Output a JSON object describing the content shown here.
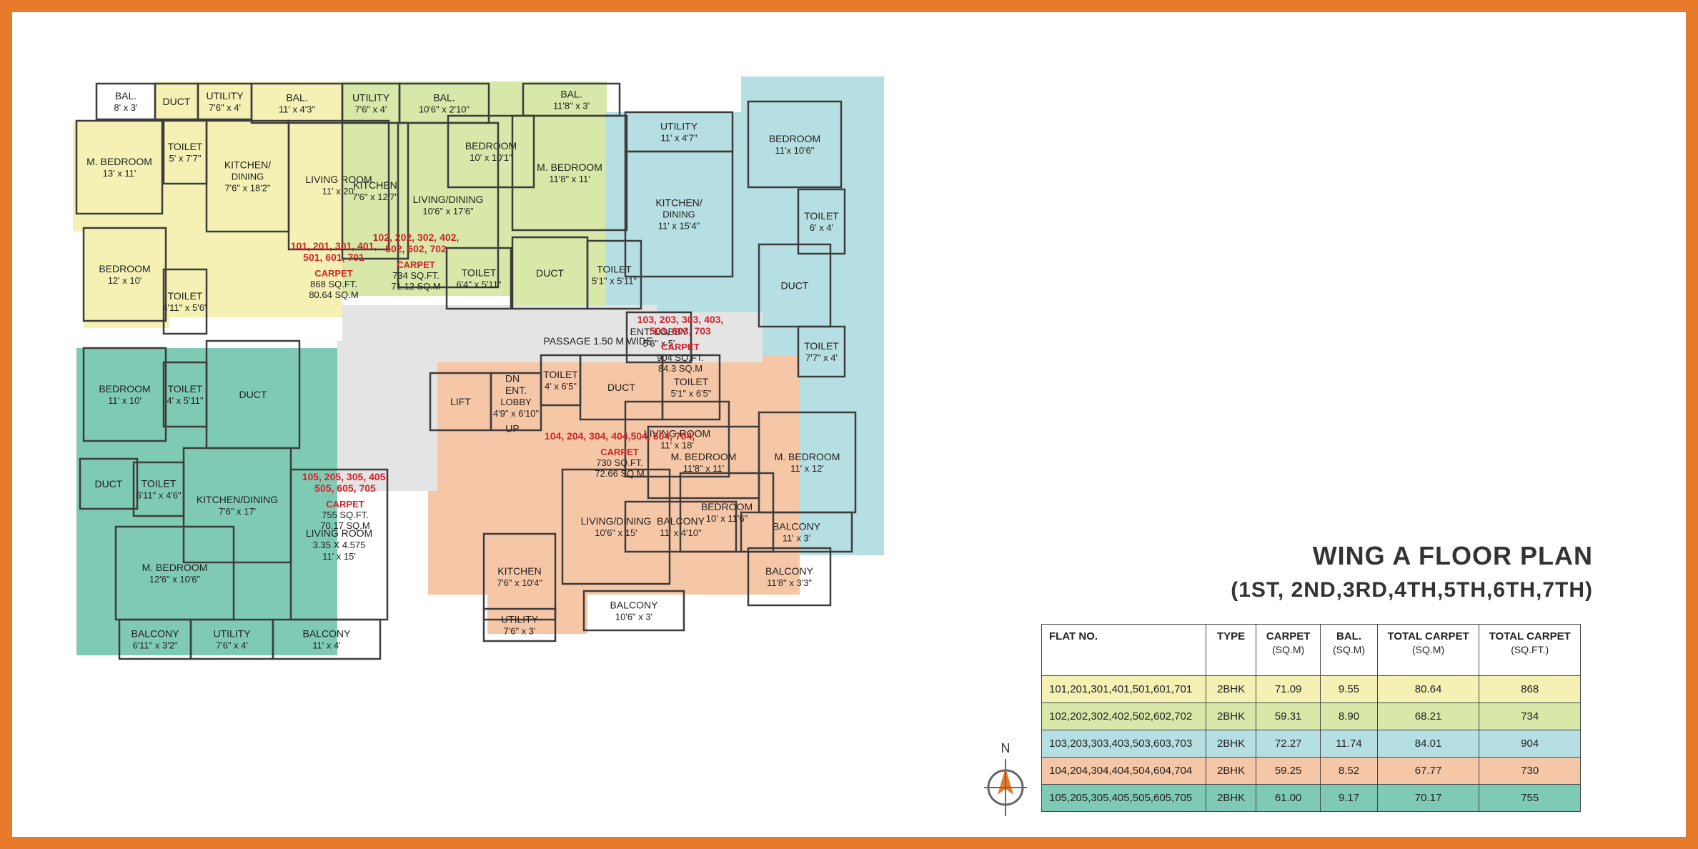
{
  "title": {
    "main": "WING A FLOOR PLAN",
    "sub": "(1ST, 2ND,3RD,4TH,5TH,6TH,7TH)"
  },
  "compass": {
    "letter": "N"
  },
  "colors": {
    "unit_yellow": "#f5f1b5",
    "unit_green": "#d7e8a8",
    "unit_blue": "#b6dfe3",
    "unit_peach": "#f6c7a6",
    "unit_teal": "#7fcab5",
    "common": "#e4e4e4",
    "wall": "#3c3c3c",
    "highlight": "#d2232a"
  },
  "table": {
    "headers": [
      {
        "main": "FLAT NO.",
        "unit": ""
      },
      {
        "main": "TYPE",
        "unit": ""
      },
      {
        "main": "CARPET",
        "unit": "(SQ.M)"
      },
      {
        "main": "BAL.",
        "unit": "(SQ.M)"
      },
      {
        "main": "TOTAL CARPET",
        "unit": "(SQ.M)"
      },
      {
        "main": "TOTAL CARPET",
        "unit": "(SQ.FT.)"
      }
    ],
    "rows": [
      {
        "flats": "101,201,301,401,501,601,701",
        "type": "2BHK",
        "carpet": "71.09",
        "bal": "9.55",
        "total_sqm": "80.64",
        "total_sqft": "868",
        "color": "#f5f1b5"
      },
      {
        "flats": "102,202,302,402,502,602,702",
        "type": "2BHK",
        "carpet": "59.31",
        "bal": "8.90",
        "total_sqm": "68.21",
        "total_sqft": "734",
        "color": "#d7e8a8"
      },
      {
        "flats": "103,203,303,403,503,603,703",
        "type": "2BHK",
        "carpet": "72.27",
        "bal": "11.74",
        "total_sqm": "84.01",
        "total_sqft": "904",
        "color": "#b6dfe3"
      },
      {
        "flats": "104,204,304,404,504,604,704",
        "type": "2BHK",
        "carpet": "59.25",
        "bal": "8.52",
        "total_sqm": "67.77",
        "total_sqft": "730",
        "color": "#f6c7a6"
      },
      {
        "flats": "105,205,305,405,505,605,705",
        "type": "2BHK",
        "carpet": "61.00",
        "bal": "9.17",
        "total_sqm": "70.17",
        "total_sqft": "755",
        "color": "#7fcab5"
      }
    ]
  },
  "plan": {
    "rooms": [
      {
        "id": "bal-101",
        "lines": [
          "BAL.",
          "8' x 3'"
        ]
      },
      {
        "id": "duct-1",
        "lines": [
          "DUCT"
        ]
      },
      {
        "id": "utility-101",
        "lines": [
          "UTILITY",
          "7'6\" x 4'"
        ]
      },
      {
        "id": "bal-101b",
        "lines": [
          "BAL.",
          "11' x 4'3\""
        ]
      },
      {
        "id": "utility-102",
        "lines": [
          "UTILITY",
          "7'6\" x 4'"
        ]
      },
      {
        "id": "bal-102",
        "lines": [
          "BAL.",
          "10'6\" x 2'10\""
        ]
      },
      {
        "id": "bal-102b",
        "lines": [
          "BAL.",
          "11'8\" x 3'"
        ]
      },
      {
        "id": "mbed-101",
        "lines": [
          "M. BEDROOM",
          "13' x 11'"
        ]
      },
      {
        "id": "toilet-101a",
        "lines": [
          "TOILET",
          "5' x 7'7\""
        ]
      },
      {
        "id": "kitchen-101",
        "lines": [
          "KITCHEN/",
          "DINING",
          "7'6\" x 18'2\""
        ]
      },
      {
        "id": "living-101",
        "lines": [
          "LIVING ROOM",
          "11' x 20'"
        ]
      },
      {
        "id": "kitchen-102",
        "lines": [
          "KITCHEN",
          "7'6\" x 12'7\""
        ]
      },
      {
        "id": "bed-102",
        "lines": [
          "BEDROOM",
          "10' x 10'1\""
        ]
      },
      {
        "id": "livdin-102",
        "lines": [
          "LIVING/DINING",
          "10'6\" x 17'6\""
        ]
      },
      {
        "id": "mbed-102",
        "lines": [
          "M. BEDROOM",
          "11'8\" x 11'"
        ]
      },
      {
        "id": "bed-101",
        "lines": [
          "BEDROOM",
          "12' x 10'"
        ]
      },
      {
        "id": "toilet-101b",
        "lines": [
          "TOILET",
          "4'11\" x 5'6\""
        ]
      },
      {
        "id": "toilet-102a",
        "lines": [
          "TOILET",
          "6'4\" x 5'11\""
        ]
      },
      {
        "id": "duct-2",
        "lines": [
          "DUCT"
        ]
      },
      {
        "id": "toilet-102b",
        "lines": [
          "TOILET",
          "5'1\" x 5'11\""
        ]
      },
      {
        "id": "utility-103",
        "lines": [
          "UTILITY",
          "11' x 4'7\""
        ]
      },
      {
        "id": "kitchen-103",
        "lines": [
          "KITCHEN/",
          "DINING",
          "11' x 15'4\""
        ]
      },
      {
        "id": "bed-103",
        "lines": [
          "BEDROOM",
          "11'x 10'6\""
        ]
      },
      {
        "id": "toilet-103a",
        "lines": [
          "TOILET",
          "6' x 4'"
        ]
      },
      {
        "id": "duct-3",
        "lines": [
          "DUCT"
        ]
      },
      {
        "id": "entlobby-103",
        "lines": [
          "ENT. LOBBY",
          "5'6\" x 5'"
        ]
      },
      {
        "id": "toilet-103b",
        "lines": [
          "TOILET",
          "7'7\" x 4'"
        ]
      },
      {
        "id": "living-103",
        "lines": [
          "LIVING ROOM",
          "11' x 18'"
        ]
      },
      {
        "id": "mbed-103",
        "lines": [
          "M. BEDROOM",
          "11' x 12'"
        ]
      },
      {
        "id": "balcony-103a",
        "lines": [
          "BALCONY",
          "11' x 4'10\""
        ]
      },
      {
        "id": "balcony-103b",
        "lines": [
          "BALCONY",
          "11' x 3'"
        ]
      },
      {
        "id": "bed-105",
        "lines": [
          "BEDROOM",
          "11' x 10'"
        ]
      },
      {
        "id": "toilet-105a",
        "lines": [
          "TOILET",
          "4' x 5'11\""
        ]
      },
      {
        "id": "duct-4",
        "lines": [
          "DUCT"
        ]
      },
      {
        "id": "duct-5",
        "lines": [
          "DUCT"
        ]
      },
      {
        "id": "toilet-105b",
        "lines": [
          "TOILET",
          "6'11\" x 4'6\""
        ]
      },
      {
        "id": "kitchen-105",
        "lines": [
          "KITCHEN/DINING",
          "7'6\" x 17'"
        ]
      },
      {
        "id": "living-105",
        "lines": [
          "LIVING ROOM",
          "3.35 X 4.575",
          "11' x 15'"
        ]
      },
      {
        "id": "mbed-105",
        "lines": [
          "M. BEDROOM",
          "12'6\" x 10'6\""
        ]
      },
      {
        "id": "balcony-105a",
        "lines": [
          "BALCONY",
          "6'11\" x 3'2\""
        ]
      },
      {
        "id": "utility-105",
        "lines": [
          "UTILITY",
          "7'6\" x 4'"
        ]
      },
      {
        "id": "balcony-105b",
        "lines": [
          "BALCONY",
          "11' x 4'"
        ]
      },
      {
        "id": "lift",
        "lines": [
          "LIFT"
        ]
      },
      {
        "id": "entlobby-104",
        "lines": [
          "ENT.",
          "LOBBY",
          "4'9\" x 6'10\""
        ]
      },
      {
        "id": "toilet-104a",
        "lines": [
          "TOILET",
          "4' x 6'5\""
        ]
      },
      {
        "id": "duct-6",
        "lines": [
          "DUCT"
        ]
      },
      {
        "id": "toilet-104b",
        "lines": [
          "TOILET",
          "5'1\" x 6'5\""
        ]
      },
      {
        "id": "mbed-104",
        "lines": [
          "M. BEDROOM",
          "11'8\" x 11'"
        ]
      },
      {
        "id": "livdin-104",
        "lines": [
          "LIVING/DINING",
          "10'6\" x 15'"
        ]
      },
      {
        "id": "bed-104",
        "lines": [
          "BEDROOM",
          "10' x 11'6\""
        ]
      },
      {
        "id": "kitchen-104",
        "lines": [
          "KITCHEN",
          "7'6\" x 10'4\""
        ]
      },
      {
        "id": "balcony-104a",
        "lines": [
          "BALCONY",
          "11'8\" x 3'3\""
        ]
      },
      {
        "id": "balcony-104b",
        "lines": [
          "BALCONY",
          "10'6\" x 3'"
        ]
      },
      {
        "id": "utility-104",
        "lines": [
          "UTILITY",
          "7'6\" x 3'"
        ]
      },
      {
        "id": "passage",
        "lines": [
          "PASSAGE 1.50 M WIDE"
        ]
      },
      {
        "id": "stair-dn",
        "lines": [
          "DN"
        ]
      },
      {
        "id": "stair-up",
        "lines": [
          "UP"
        ]
      }
    ],
    "flat_tags": [
      {
        "id": "tag-101",
        "flats": [
          "101, 201, 301, 401,",
          "501, 601, 701"
        ],
        "carpet": [
          "CARPET",
          "868 SQ.FT.",
          "80.64 SQ.M"
        ]
      },
      {
        "id": "tag-102",
        "flats": [
          "102, 202, 302, 402,",
          "502, 602, 702"
        ],
        "carpet": [
          "CARPET",
          "734 SQ.FT.",
          "71.12 SQ.M"
        ]
      },
      {
        "id": "tag-103",
        "flats": [
          "103, 203, 303, 403,",
          "503, 603, 703"
        ],
        "carpet": [
          "CARPET",
          "904 SQ.FT.",
          "84.3 SQ.M"
        ]
      },
      {
        "id": "tag-104",
        "flats": [
          "104, 204, 304, 404,504, 604, 704,"
        ],
        "carpet": [
          "CARPET",
          "730 SQ.FT.",
          "72.66 SQ.M"
        ]
      },
      {
        "id": "tag-105",
        "flats": [
          "105, 205, 305, 405,",
          "505, 605, 705"
        ],
        "carpet": [
          "CARPET",
          "755 SQ.FT.",
          "70.17 SQ.M"
        ]
      }
    ]
  }
}
